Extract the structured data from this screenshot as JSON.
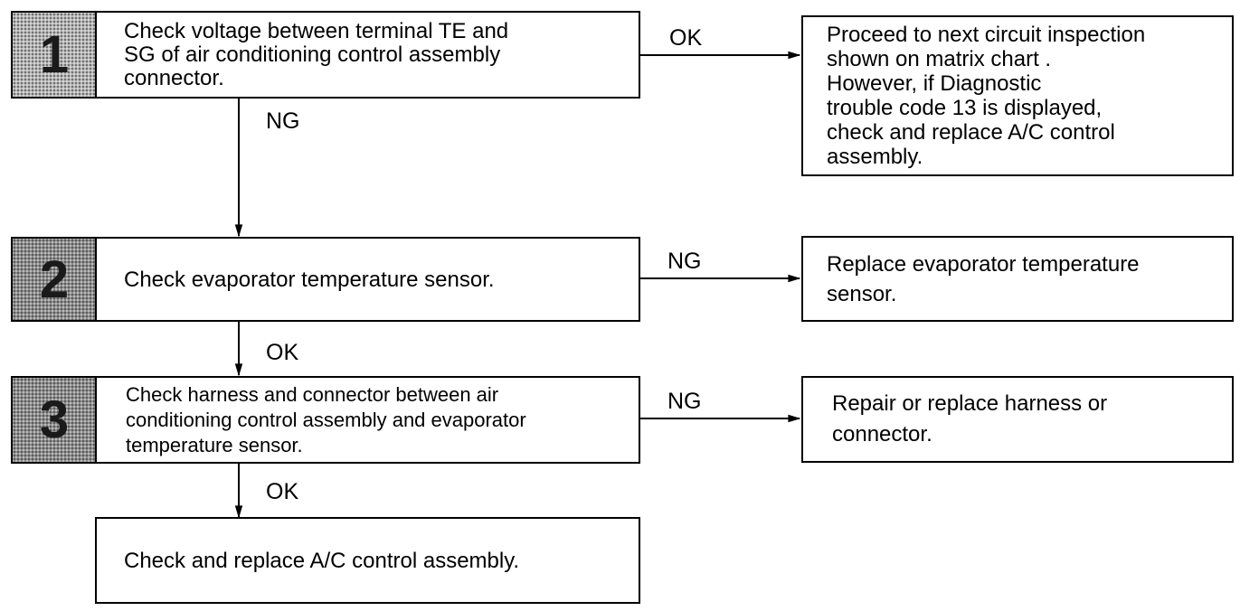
{
  "steps": [
    {
      "number": "1",
      "text": "Check voltage between terminal TE and\nSG of air conditioning control assembly\nconnector."
    },
    {
      "number": "2",
      "text": "Check evaporator temperature sensor."
    },
    {
      "number": "3",
      "text": "Check harness and connector between air\nconditioning control assembly and evaporator\ntemperature sensor."
    }
  ],
  "results": [
    {
      "text": "Proceed to next circuit inspection\nshown on matrix chart .\nHowever, if Diagnostic\ntrouble code 13 is displayed,\ncheck and replace A/C control\nassembly."
    },
    {
      "text": "Replace evaporator temperature\nsensor."
    },
    {
      "text": "Repair or replace harness or\nconnector."
    }
  ],
  "final": {
    "text": "Check and replace A/C control assembly."
  },
  "labels": {
    "step1_right": "OK",
    "step1_down": "NG",
    "step2_right": "NG",
    "step2_down": "OK",
    "step3_right": "NG",
    "step3_down": "OK"
  }
}
